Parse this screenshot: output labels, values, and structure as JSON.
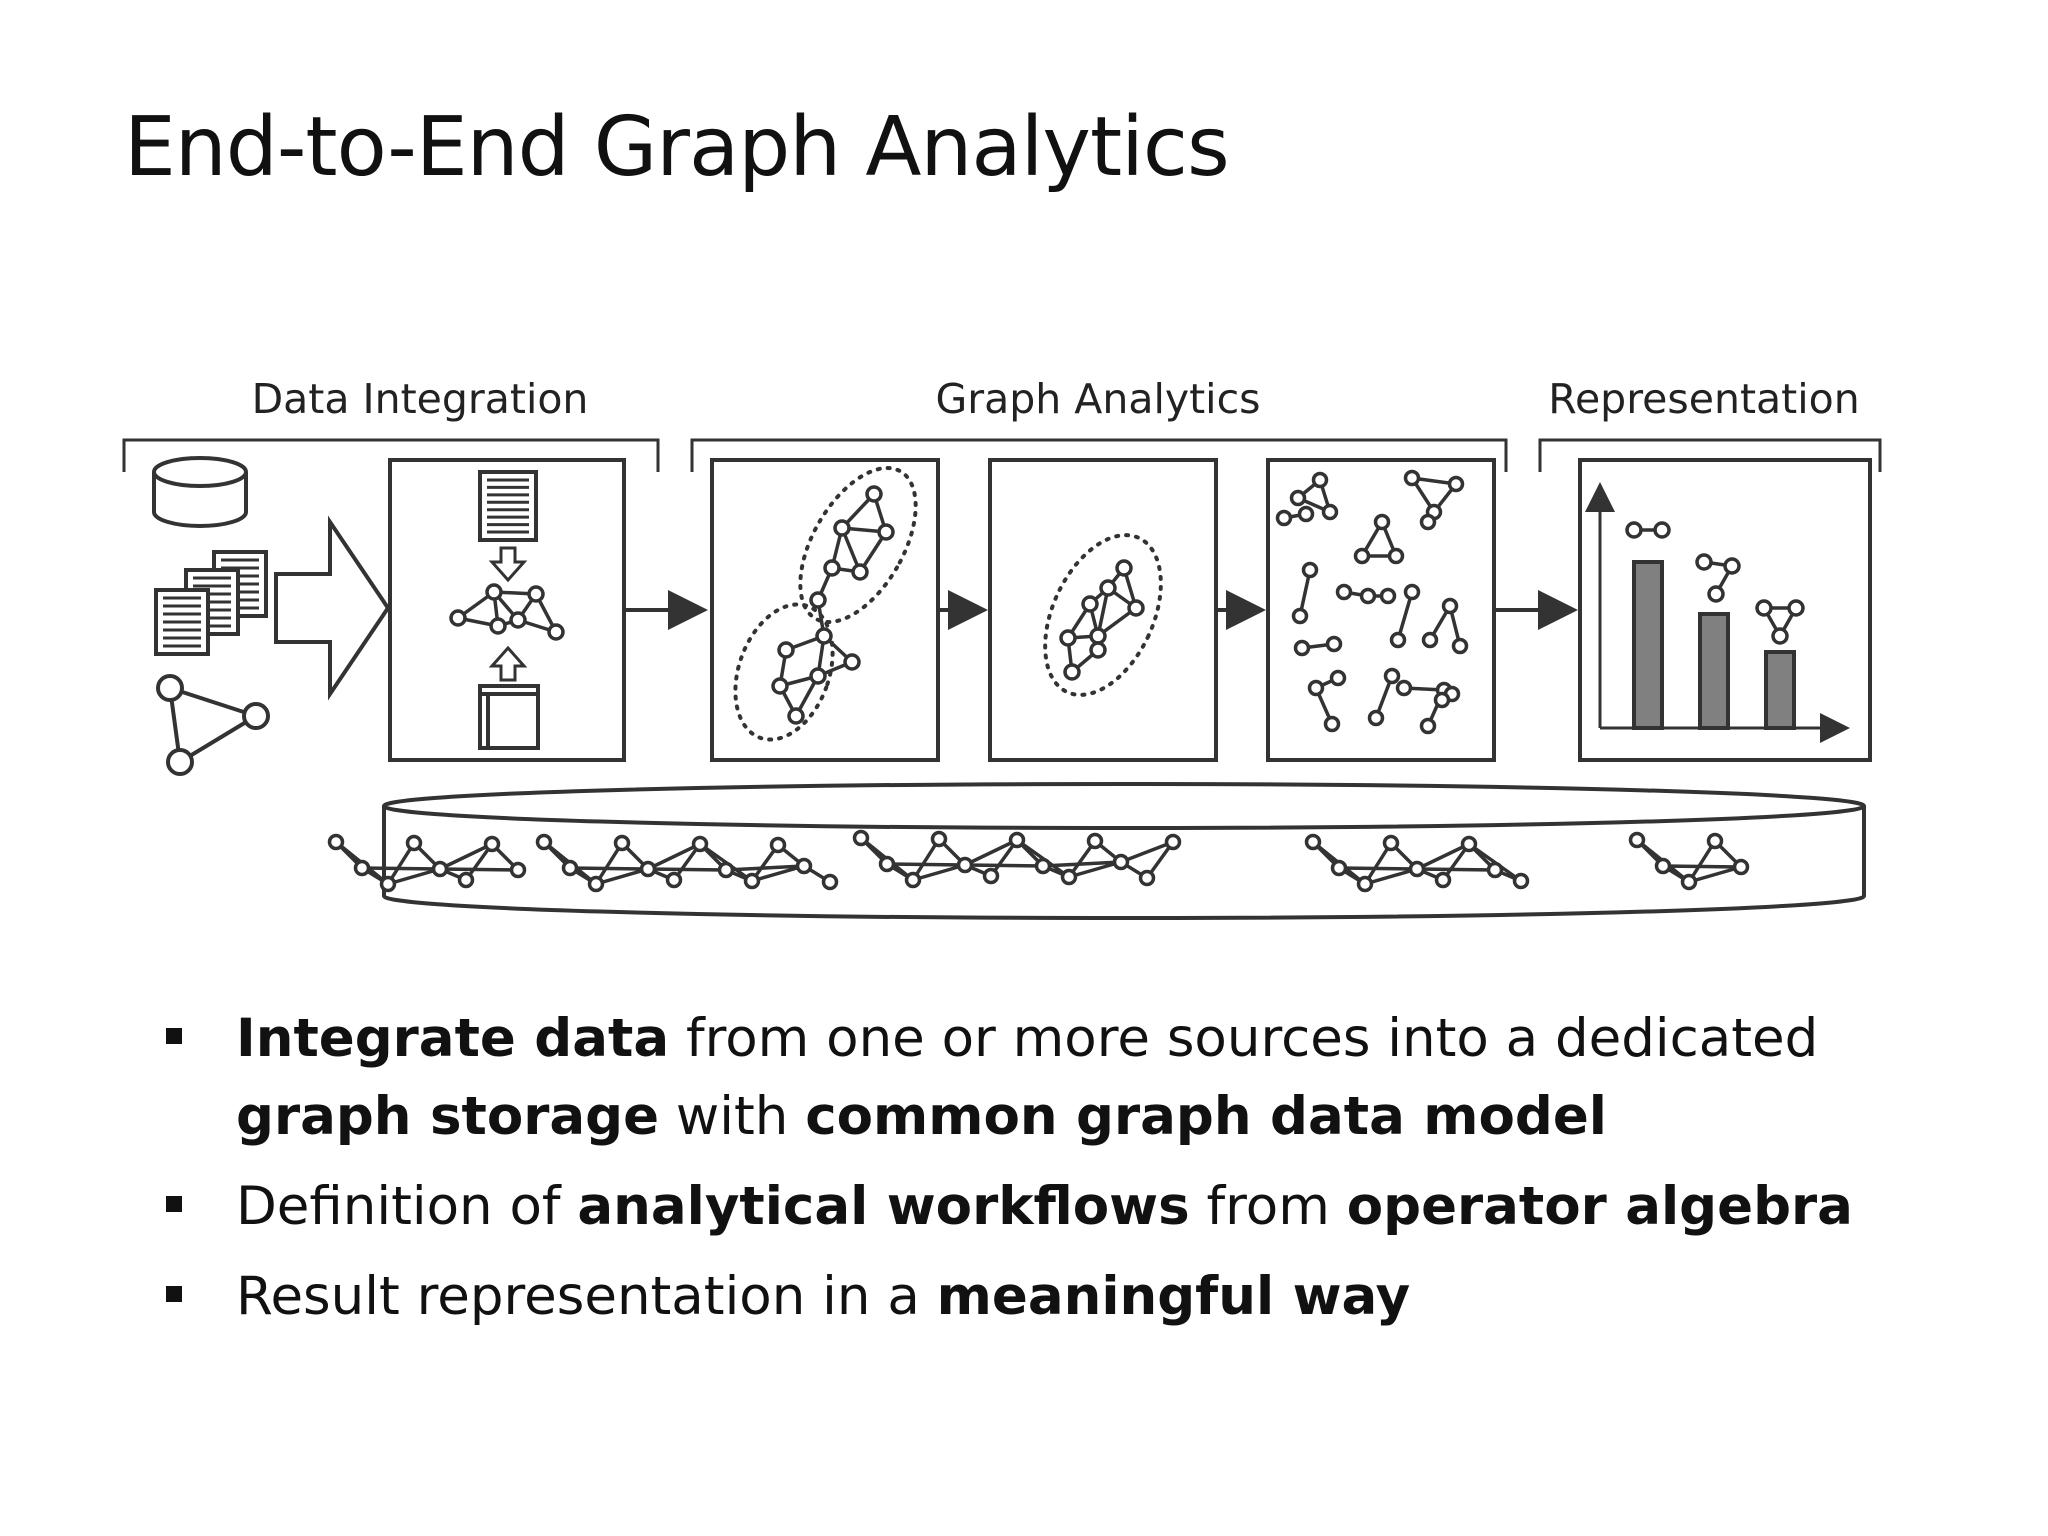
{
  "title": "End-to-End Graph Analytics",
  "sections": {
    "data_integration": "Data Integration",
    "graph_analytics": "Graph Analytics",
    "representation": "Representation"
  },
  "icons": {
    "sources": [
      "database-icon",
      "documents-icon",
      "graph-icon"
    ],
    "integration": [
      "document-icon",
      "arrow-down-icon",
      "graph-icon",
      "arrow-up-icon",
      "window-icon"
    ],
    "storage": "graph-storage-cylinder-icon",
    "result": "bar-chart-icon"
  },
  "bullets": [
    {
      "parts": [
        {
          "text": "Integrate data",
          "bold": true
        },
        {
          "text": " from one or more sources into a dedicated ",
          "bold": false
        },
        {
          "text": "graph storage",
          "bold": true
        },
        {
          "text": " with ",
          "bold": false
        },
        {
          "text": "common graph data model",
          "bold": true
        }
      ]
    },
    {
      "parts": [
        {
          "text": "Definition of ",
          "bold": false
        },
        {
          "text": "analytical workflows",
          "bold": true
        },
        {
          "text": " from ",
          "bold": false
        },
        {
          "text": "operator algebra",
          "bold": true
        }
      ]
    },
    {
      "parts": [
        {
          "text": "Result representation in a ",
          "bold": false
        },
        {
          "text": "meaningful way",
          "bold": true
        }
      ]
    }
  ],
  "colors": {
    "stroke": "#333333",
    "bar_fill": "#808080",
    "background": "#ffffff"
  }
}
